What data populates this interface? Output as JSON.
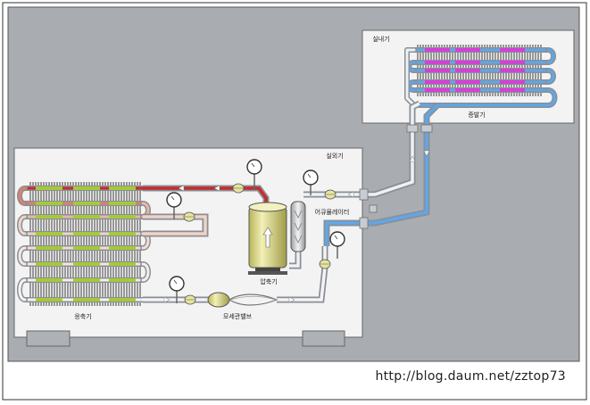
{
  "labels": {
    "indoor_unit": "실내기",
    "evaporator": "증발기",
    "outdoor_unit": "실외기",
    "condenser": "응축기",
    "compressor": "압축기",
    "accumulator": "어큐뮬레이터",
    "capillary": "모세관밸브"
  },
  "watermark": "http://blog.daum.net/zztop73",
  "colors": {
    "panel_bg": "#a9acb0",
    "box_bg": "#f3f3f3",
    "pipe_outline": "#8a8f96",
    "hot_pipe": "#c52d2d",
    "cold_pipe": "#5fa7e8",
    "coil_accent_indoor": "#d53fd8",
    "coil_accent_outdoor": "#a6c93b",
    "compressor_body": "#e6e49c"
  },
  "icons": [
    "gauge-icon",
    "valve-icon",
    "compressor-icon",
    "accumulator-icon",
    "capillary-tube-icon",
    "arrow-icon"
  ]
}
